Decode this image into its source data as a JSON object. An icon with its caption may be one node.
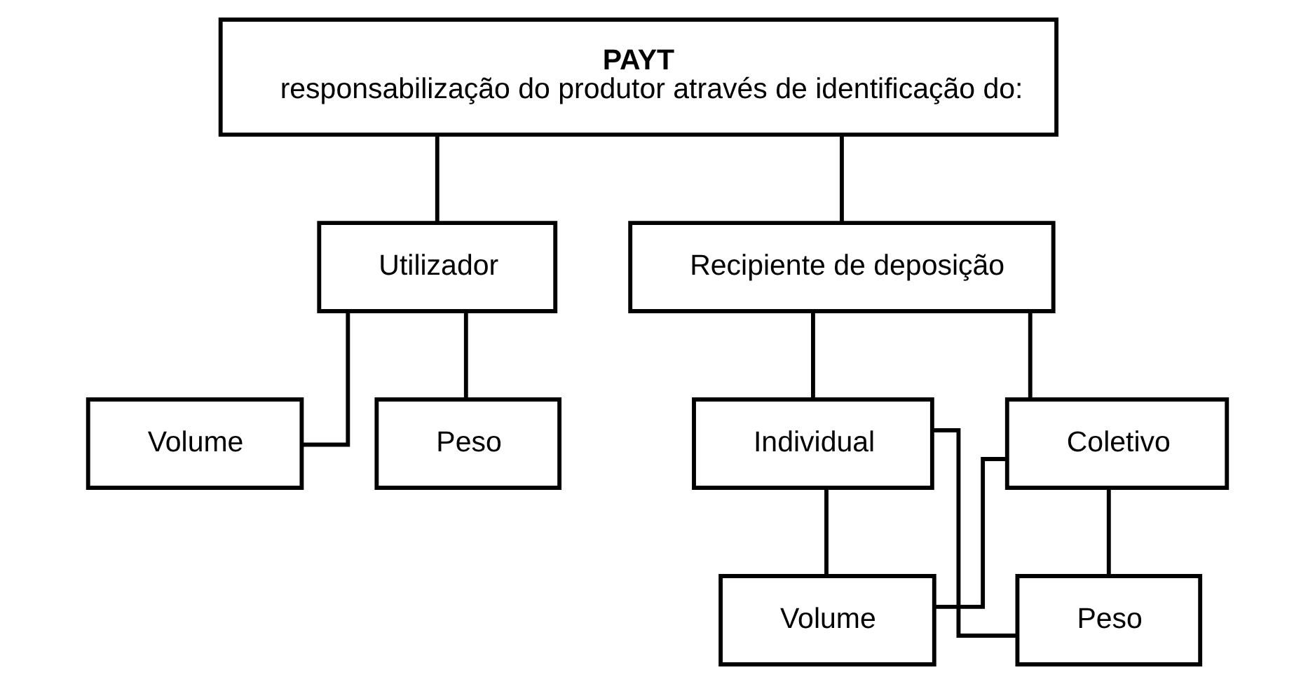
{
  "diagram": {
    "nodes": [
      {
        "text": [
          "PAYT",
          "responsabilização do produtor através de identificação do:"
        ]
      },
      {
        "text": [
          "Utilizador"
        ]
      },
      {
        "text": [
          "Recipiente de deposição"
        ]
      },
      {
        "text": [
          "Individual"
        ]
      },
      {
        "text": [
          "Coletivo"
        ]
      },
      {
        "text": [
          "Volume"
        ]
      },
      {
        "text": [
          "Peso"
        ]
      },
      {
        "text": [
          "Volume"
        ]
      },
      {
        "text": [
          "Peso"
        ]
      }
    ],
    "edges": [
      {
        "from": 0,
        "to": 1,
        "arrow": "none"
      },
      {
        "from": 0,
        "to": 2,
        "arrow": "none"
      },
      {
        "from": 1,
        "to": 5,
        "arrow": "none"
      },
      {
        "from": 1,
        "to": 6,
        "arrow": "none"
      },
      {
        "from": 2,
        "to": 3,
        "arrow": "none"
      },
      {
        "from": 2,
        "to": 4,
        "arrow": "none"
      },
      {
        "from": 3,
        "to": 7,
        "arrow": "none"
      },
      {
        "from": 3,
        "to": 8,
        "arrow": "none"
      },
      {
        "from": 4,
        "to": 7,
        "arrow": "none"
      },
      {
        "from": 4,
        "to": 8,
        "arrow": "none"
      }
    ]
  }
}
